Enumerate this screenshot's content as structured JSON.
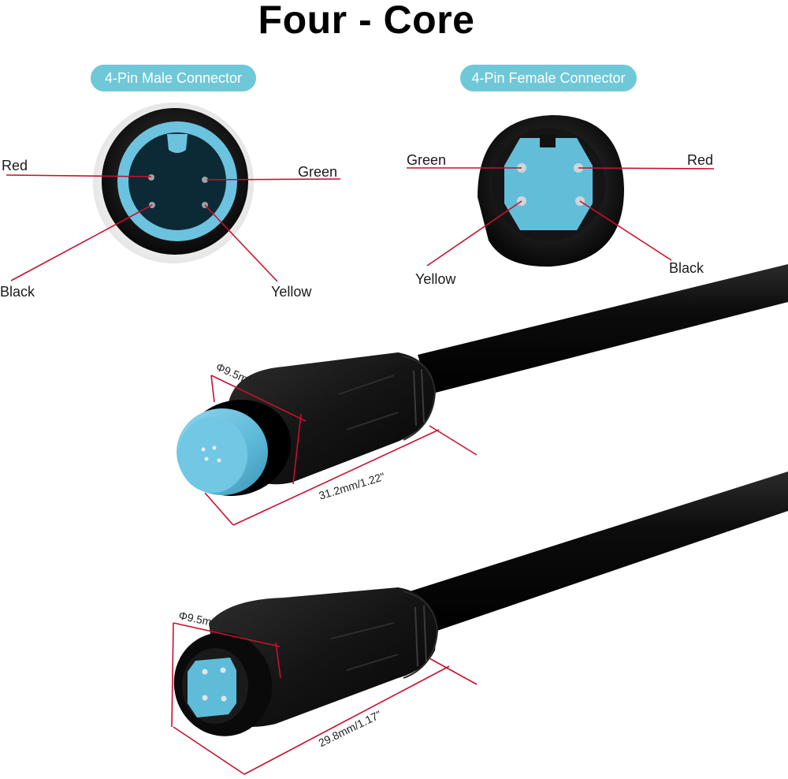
{
  "title": "Four - Core",
  "colors": {
    "accent": "#6ec8d8",
    "pin_face": "#5eb9d8",
    "leader_line": "#c8102e",
    "cable": "#111111"
  },
  "male_connector": {
    "heading": "4-Pin Male Connector",
    "labels": {
      "red": "Red",
      "green": "Green",
      "black": "Black",
      "yellow": "Yellow"
    }
  },
  "female_connector": {
    "heading": "4-Pin Female Connector",
    "labels": {
      "green": "Green",
      "red": "Red",
      "yellow": "Yellow",
      "black": "Black"
    }
  },
  "dimensions": {
    "male_diameter": "Φ9.5mm/0.37\"",
    "male_length": "31.2mm/1.22\"",
    "female_diameter": "Φ9.5mm/0.37\"",
    "female_length": "29.8mm/1.17\""
  }
}
